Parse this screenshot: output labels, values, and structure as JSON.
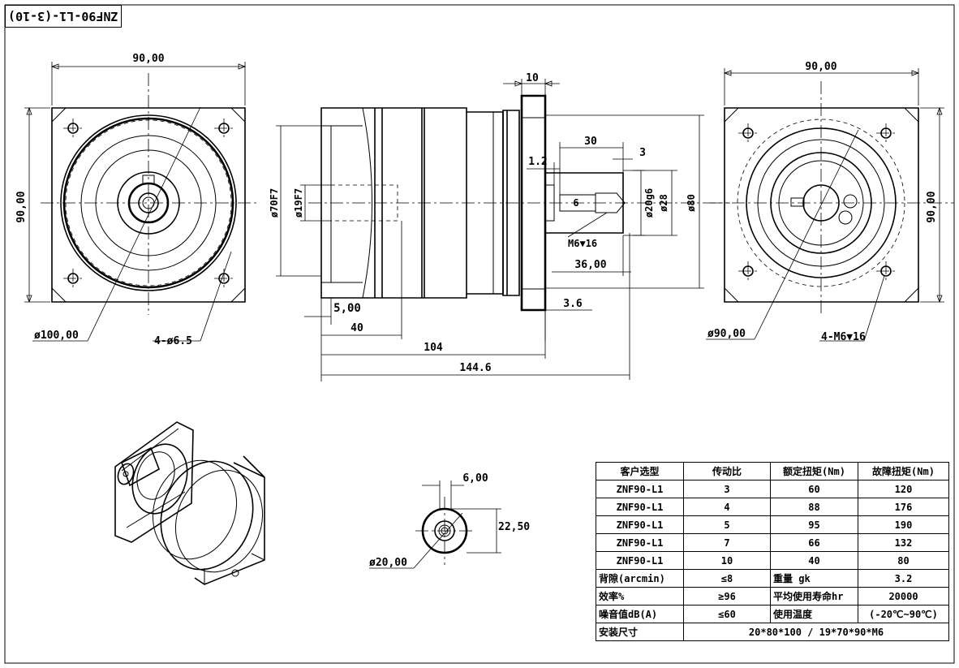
{
  "title_block": {
    "model_code": "ZNF90-L1-(3-10)"
  },
  "front_view": {
    "width_label": "90,00",
    "height_label": "90,00",
    "pcd_label": "ø100,00",
    "holes_label": "4-ø6.5"
  },
  "side_view": {
    "flange_thickness": "10",
    "key_length": "30",
    "key_offset": "3",
    "shoulder": "1.2",
    "key_width": "6",
    "thread_label": "M6▼16",
    "shaft_dia": "ø20g6",
    "boss_dia": "ø28",
    "spigot_dia": "ø80",
    "input_bore": "ø19F7",
    "input_pilot": "ø70F7",
    "shaft_length": "36,00",
    "spigot_depth": "3.6",
    "input_depth_a": "5,00",
    "input_depth_b": "40",
    "body_length": "104",
    "total_length": "144.6"
  },
  "rear_view": {
    "width_label": "90,00",
    "height_label": "90,00",
    "pcd_label": "ø90,00",
    "holes_label": "4-M6▼16"
  },
  "shaft_section": {
    "key_width": "6,00",
    "key_height": "22,50",
    "shaft_dia": "ø20,00"
  },
  "spec_table": {
    "headers": [
      "客户选型",
      "传动比",
      "额定扭矩(Nm)",
      "故障扭矩(Nm)"
    ],
    "rows": [
      [
        "ZNF90-L1",
        "3",
        "60",
        "120"
      ],
      [
        "ZNF90-L1",
        "4",
        "88",
        "176"
      ],
      [
        "ZNF90-L1",
        "5",
        "95",
        "190"
      ],
      [
        "ZNF90-L1",
        "7",
        "66",
        "132"
      ],
      [
        "ZNF90-L1",
        "10",
        "40",
        "80"
      ]
    ],
    "backlash_label": "背隙(arcmin)",
    "backlash_value": "≤8",
    "weight_label": "重量 gk",
    "weight_value": "3.2",
    "efficiency_label": "效率%",
    "efficiency_value": "≥96",
    "life_label": "平均使用寿命hr",
    "life_value": "20000",
    "noise_label": "噪音值dB(A)",
    "noise_value": "≤60",
    "temp_label": "使用温度",
    "temp_value": "(-20℃~90℃)",
    "mount_label": "安装尺寸",
    "mount_value": "20*80*100 / 19*70*90*M6"
  }
}
